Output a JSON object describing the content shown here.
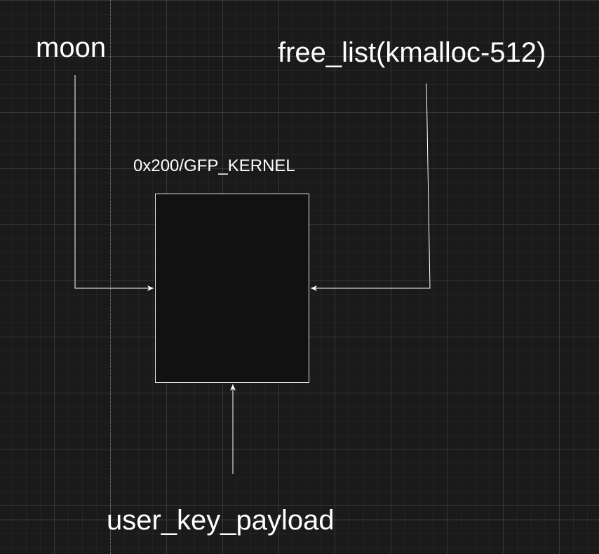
{
  "diagram": {
    "labels": {
      "moon": "moon",
      "free_list": "free_list(kmalloc-512)",
      "allocation": "0x200/GFP_KERNEL",
      "payload": "user_key_payload"
    },
    "colors": {
      "background": "#1a1a1a",
      "block_fill": "#111111",
      "stroke": "#ffffff"
    }
  }
}
